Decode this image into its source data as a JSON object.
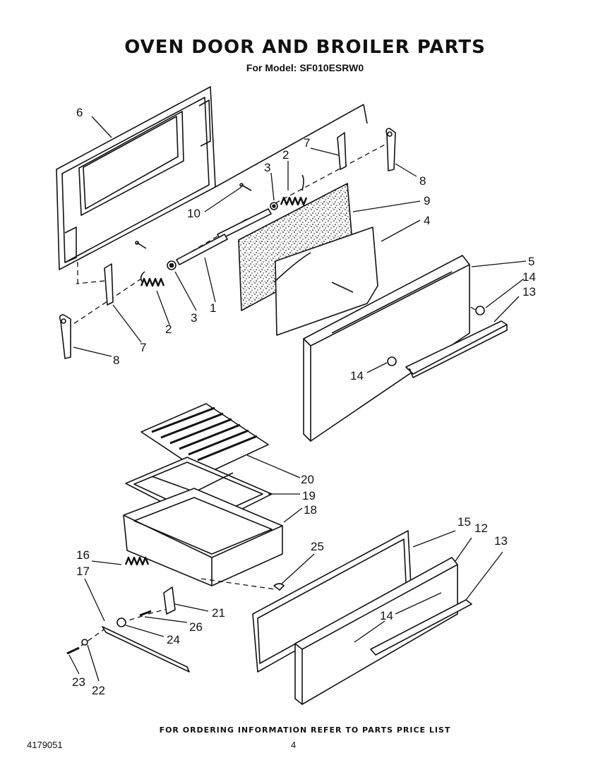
{
  "title": "OVEN DOOR AND BROILER PARTS",
  "subtitle": "For Model: SF010ESRW0",
  "footer": "FOR ORDERING INFORMATION REFER TO PARTS PRICE LIST",
  "document_number": "4179051",
  "page_number": "4",
  "callouts": {
    "c1": "1",
    "c2a": "2",
    "c2b": "2",
    "c3a": "3",
    "c3b": "3",
    "c4": "4",
    "c5": "5",
    "c6": "6",
    "c7a": "7",
    "c7b": "7",
    "c8a": "8",
    "c8b": "8",
    "c9": "9",
    "c10": "10",
    "c12": "12",
    "c13a": "13",
    "c13b": "13",
    "c14a": "14",
    "c14b": "14",
    "c14c": "14",
    "c15": "15",
    "c16": "16",
    "c17": "17",
    "c18": "18",
    "c19": "19",
    "c20": "20",
    "c21": "21",
    "c22": "22",
    "c23": "23",
    "c24": "24",
    "c25": "25",
    "c26": "26"
  }
}
